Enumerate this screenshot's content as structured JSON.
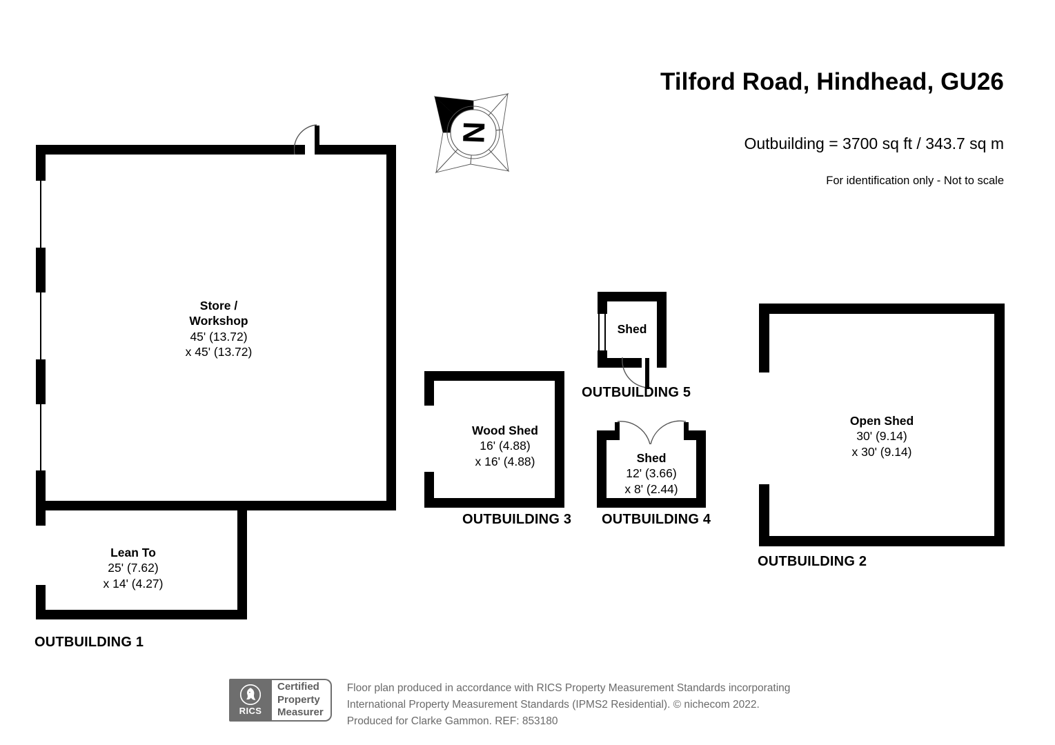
{
  "header": {
    "title": "Tilford Road, Hindhead, GU26",
    "area_summary": "Outbuilding = 3700 sq ft / 343.7 sq m",
    "disclaimer": "For identification only - Not to scale"
  },
  "compass": {
    "label": "N",
    "icon": "compass-rose-icon"
  },
  "rooms": [
    {
      "id": "store-workshop",
      "name": "Store /",
      "name2": "Workshop",
      "dim1": "45' (13.72)",
      "dim2": "x 45' (13.72)"
    },
    {
      "id": "lean-to",
      "name": "Lean To",
      "dim1": "25' (7.62)",
      "dim2": "x 14' (4.27)"
    },
    {
      "id": "wood-shed",
      "name": "Wood Shed",
      "dim1": "16' (4.88)",
      "dim2": "x 16' (4.88)"
    },
    {
      "id": "shed-ob4",
      "name": "Shed",
      "dim1": "12' (3.66)",
      "dim2": "x 8' (2.44)"
    },
    {
      "id": "shed-ob5",
      "name": "Shed"
    },
    {
      "id": "open-shed",
      "name": "Open Shed",
      "dim1": "30' (9.14)",
      "dim2": "x 30' (9.14)"
    }
  ],
  "outbuilding_captions": {
    "ob1": "OUTBUILDING 1",
    "ob2": "OUTBUILDING 2",
    "ob3": "OUTBUILDING 3",
    "ob4": "OUTBUILDING 4",
    "ob5": "OUTBUILDING 5"
  },
  "footer": {
    "badge": {
      "wordmark": "RICS",
      "line1": "Certified",
      "line2": "Property",
      "line3": "Measurer"
    },
    "text_line1": "Floor plan produced in accordance with RICS Property Measurement Standards incorporating",
    "text_line2": "International Property Measurement Standards (IPMS2 Residential).   © nichecom 2022.",
    "text_line3": "Produced for Clarke Gammon.   REF:    853180"
  },
  "colors": {
    "wall": "#000000",
    "page_background": "#ffffff",
    "badge_gray": "#6e6e6e",
    "footer_text": "#6a6a6a"
  }
}
